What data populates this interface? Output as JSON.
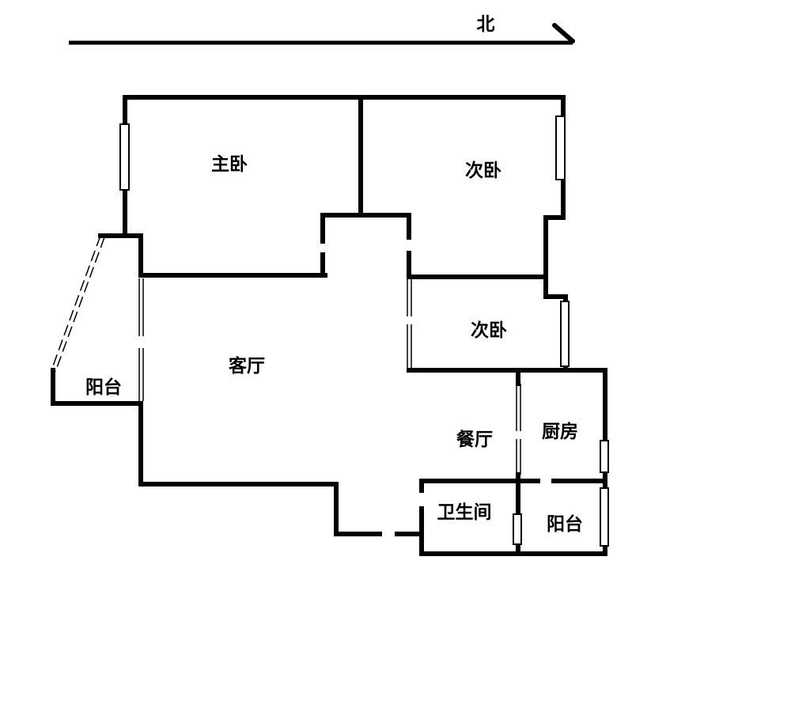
{
  "compass": {
    "label": "北",
    "direction": "north-arrow"
  },
  "rooms": [
    {
      "id": "master-bedroom",
      "label": "主卧"
    },
    {
      "id": "second-bedroom",
      "label": "次卧"
    },
    {
      "id": "third-bedroom",
      "label": "次卧"
    },
    {
      "id": "living-room",
      "label": "客厅"
    },
    {
      "id": "west-balcony",
      "label": "阳台"
    },
    {
      "id": "dining-room",
      "label": "餐厅"
    },
    {
      "id": "kitchen",
      "label": "厨房"
    },
    {
      "id": "bathroom",
      "label": "卫生间"
    },
    {
      "id": "east-balcony",
      "label": "阳台"
    }
  ],
  "colors": {
    "wall": "#000000",
    "background": "#ffffff"
  }
}
